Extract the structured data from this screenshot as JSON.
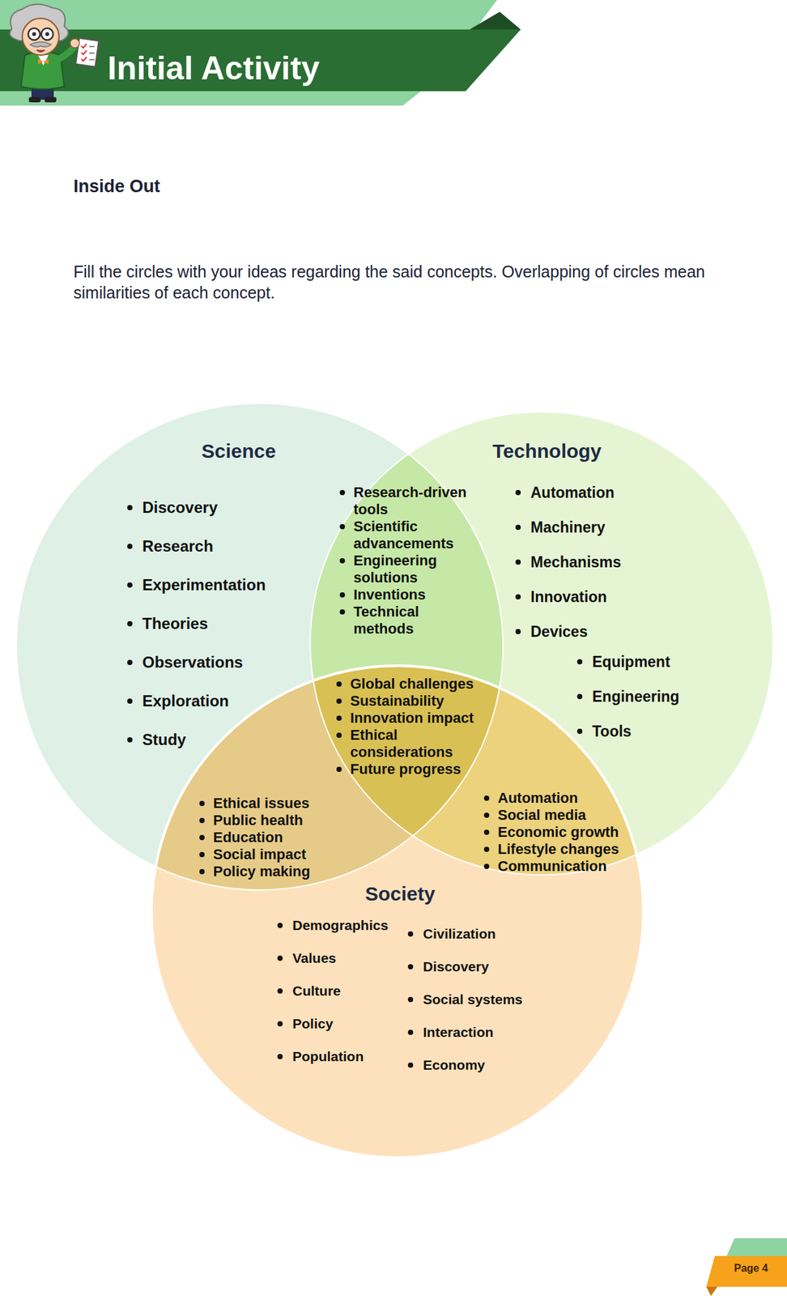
{
  "diagram": {
    "title": "Initial Activity",
    "nodes": [
      {
        "text": [
          "Science",
          "Discovery",
          "Research",
          "Experimentation",
          "Theories",
          "Observations",
          "Exploration",
          "Study"
        ]
      },
      {
        "text": [
          "Technology",
          "Automation",
          "Machinery",
          "Mechanisms",
          "Innovation",
          "Devices",
          "Equipment",
          "Engineering",
          "Tools"
        ]
      },
      {
        "text": [
          "Society",
          "Demographics",
          "Values",
          "Culture",
          "Policy",
          "Population",
          "Civilization",
          "Discovery",
          "Social systems",
          "Interaction",
          "Economy"
        ]
      }
    ],
    "labels": [
      "Inside Out",
      "Fill the circles with your ideas regarding the said concepts. Overlapping of circles mean similarities of each concept.",
      "Research-driven tools",
      "Scientific advancements",
      "Engineering solutions",
      "Inventions",
      "Technical methods",
      "Global challenges",
      "Sustainability",
      "Innovation impact",
      "Ethical considerations",
      "Future progress",
      "Ethical issues",
      "Public health",
      "Education",
      "Social impact",
      "Policy making",
      "Automation",
      "Social media",
      "Economic growth",
      "Lifestyle changes",
      "Communication",
      "Page 4"
    ]
  }
}
